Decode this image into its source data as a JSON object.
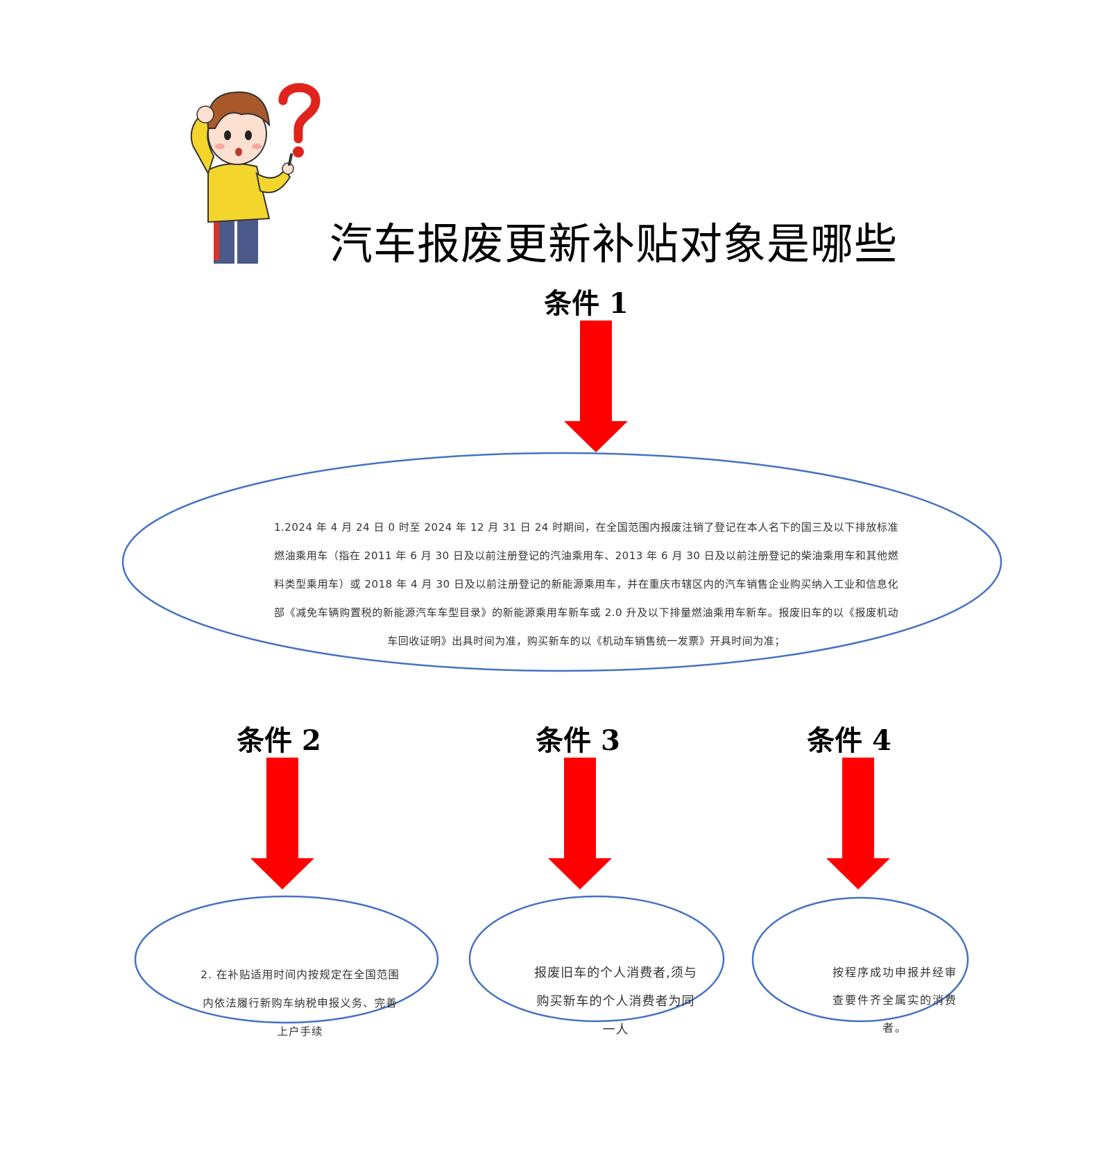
{
  "title": "汽车报废更新补贴对象是哪些",
  "colors": {
    "arrow": "#ff0000",
    "ellipse_stroke": "#4472c4",
    "text": "#333333"
  },
  "illustration": {
    "icon": "confused-boy-question-mark-icon"
  },
  "conditions": [
    {
      "label": "条件 1",
      "text": "1.2024 年 4 月 24 日 0 时至 2024 年 12 月 31 日 24 时期间，在全国范围内报废注销了登记在本人名下的国三及以下排放标准燃油乘用车（指在 2011 年 6 月 30 日及以前注册登记的汽油乘用车、2013 年 6 月 30 日及以前注册登记的柴油乘用车和其他燃料类型乘用车）或 2018 年 4 月 30 日及以前注册登记的新能源乘用车，并在重庆市辖区内的汽车销售企业购买纳入工业和信息化部《减免车辆购置税的新能源汽车车型目录》的新能源乘用车新车或 2.0 升及以下排量燃油乘用车新车。报废旧车的以《报废机动车回收证明》出具时间为准，购买新车的以《机动车销售统一发票》开具时间为准；"
    },
    {
      "label": "条件 2",
      "text": "2. 在补贴适用时间内按规定在全国范围内依法履行新购车纳税申报义务、完善上户手续"
    },
    {
      "label": "条件 3",
      "text": "报废旧车的个人消费者,须与购买新车的个人消费者为同一人"
    },
    {
      "label": "条件 4",
      "text": "按程序成功申报并经审查要件齐全属实的消费者。"
    }
  ]
}
